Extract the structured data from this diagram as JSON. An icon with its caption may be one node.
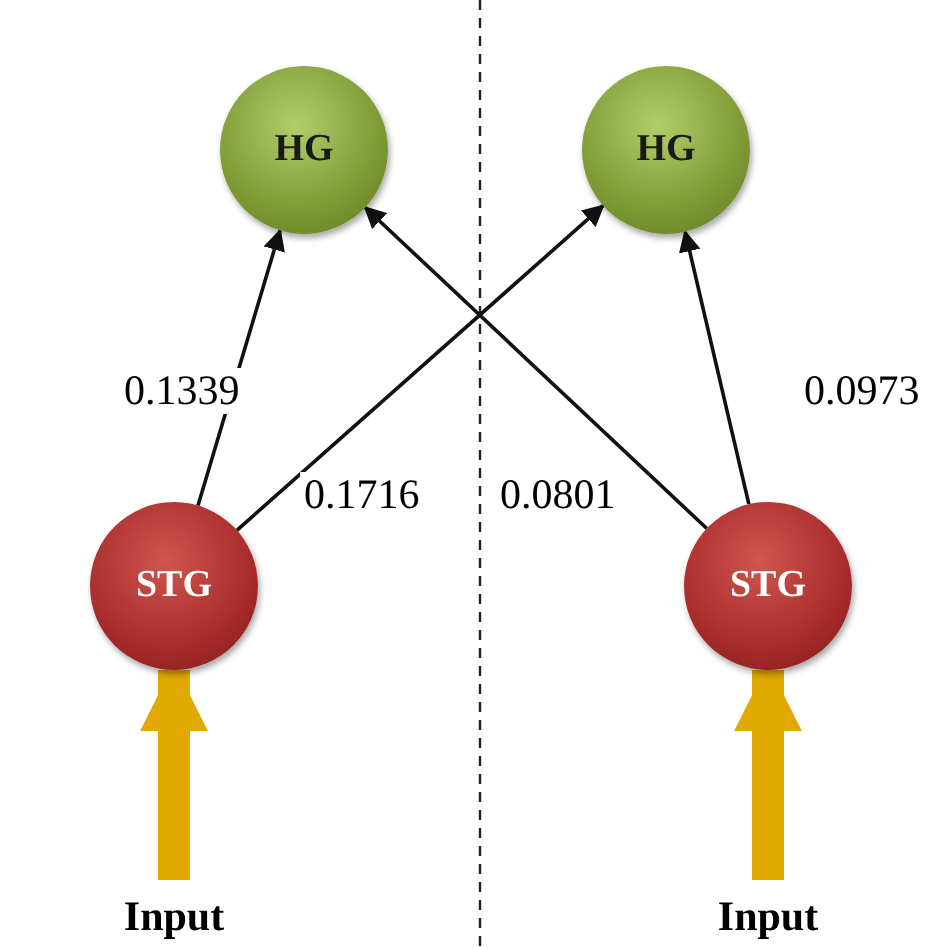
{
  "diagram": {
    "nodes": [
      {
        "text": [
          "HG"
        ]
      },
      {
        "text": [
          "HG"
        ]
      },
      {
        "text": [
          "STG"
        ]
      },
      {
        "text": [
          "STG"
        ]
      },
      {
        "text": [
          "Input"
        ]
      },
      {
        "text": [
          "Input"
        ]
      }
    ],
    "edges": [
      {
        "from": 2,
        "to": 0,
        "arrow": "to",
        "label": "0.1339"
      },
      {
        "from": 2,
        "to": 1,
        "arrow": "to",
        "label": "0.1716"
      },
      {
        "from": 3,
        "to": 0,
        "arrow": "to",
        "label": "0.0801"
      },
      {
        "from": 3,
        "to": 1,
        "arrow": "to",
        "label": "0.0973"
      },
      {
        "from": 4,
        "to": 2,
        "arrow": "to",
        "style": "thick",
        "color": "#e0a800"
      },
      {
        "from": 5,
        "to": 3,
        "arrow": "to",
        "style": "thick",
        "color": "#e0a800"
      }
    ]
  }
}
